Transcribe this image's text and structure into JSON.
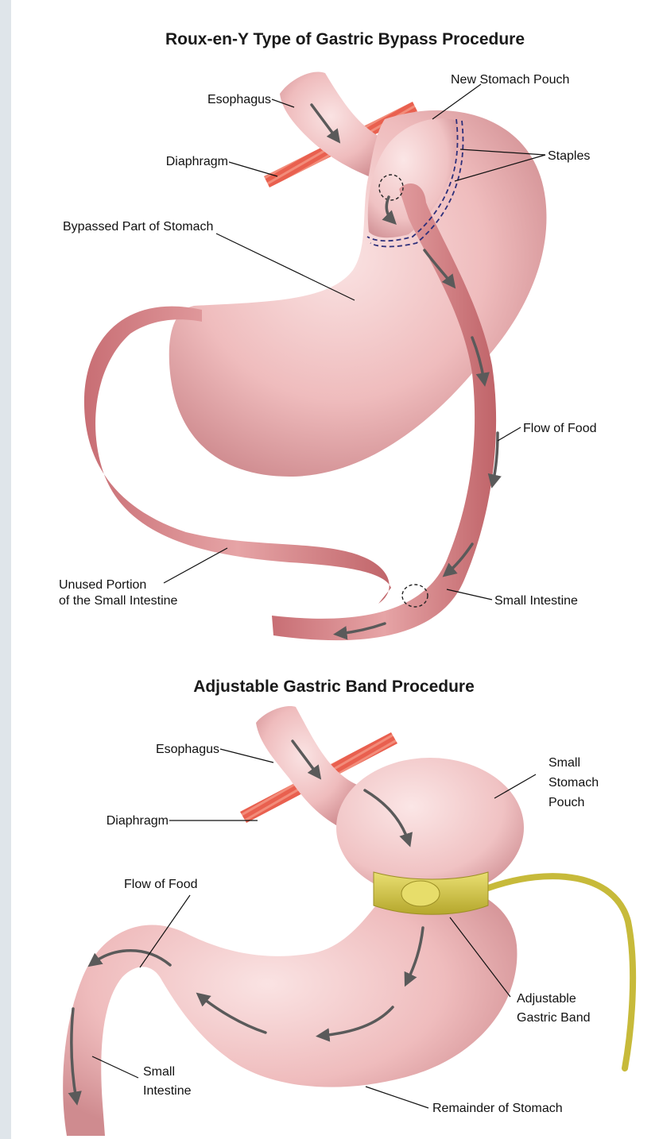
{
  "diagram": {
    "bypass": {
      "title": "Roux-en-Y Type of Gastric Bypass Procedure",
      "labels": {
        "esophagus": "Esophagus",
        "new_pouch": "New Stomach Pouch",
        "diaphragm": "Diaphragm",
        "staples": "Staples",
        "bypassed": "Bypassed Part of Stomach",
        "flow_of_food": "Flow of Food",
        "unused_line1": "Unused Portion",
        "unused_line2": "of the Small Intestine",
        "small_intestine": "Small Intestine"
      }
    },
    "band": {
      "title": "Adjustable Gastric Band Procedure",
      "labels": {
        "esophagus": "Esophagus",
        "diaphragm": "Diaphragm",
        "pouch_line1": "Small",
        "pouch_line2": "Stomach",
        "pouch_line3": "Pouch",
        "flow_of_food": "Flow of Food",
        "band_line1": "Adjustable",
        "band_line2": "Gastric Band",
        "intestine_line1": "Small",
        "intestine_line2": "Intestine",
        "remainder": "Remainder of Stomach"
      }
    },
    "colors": {
      "tissue": "#eab2b4",
      "tissue_dark": "#c9787e",
      "intestine": "#d88c8f",
      "diaphragm": "#e9604f",
      "band": "#d8cc4a",
      "staples": "#2d2f7a",
      "arrow": "#5a5a5a"
    }
  }
}
